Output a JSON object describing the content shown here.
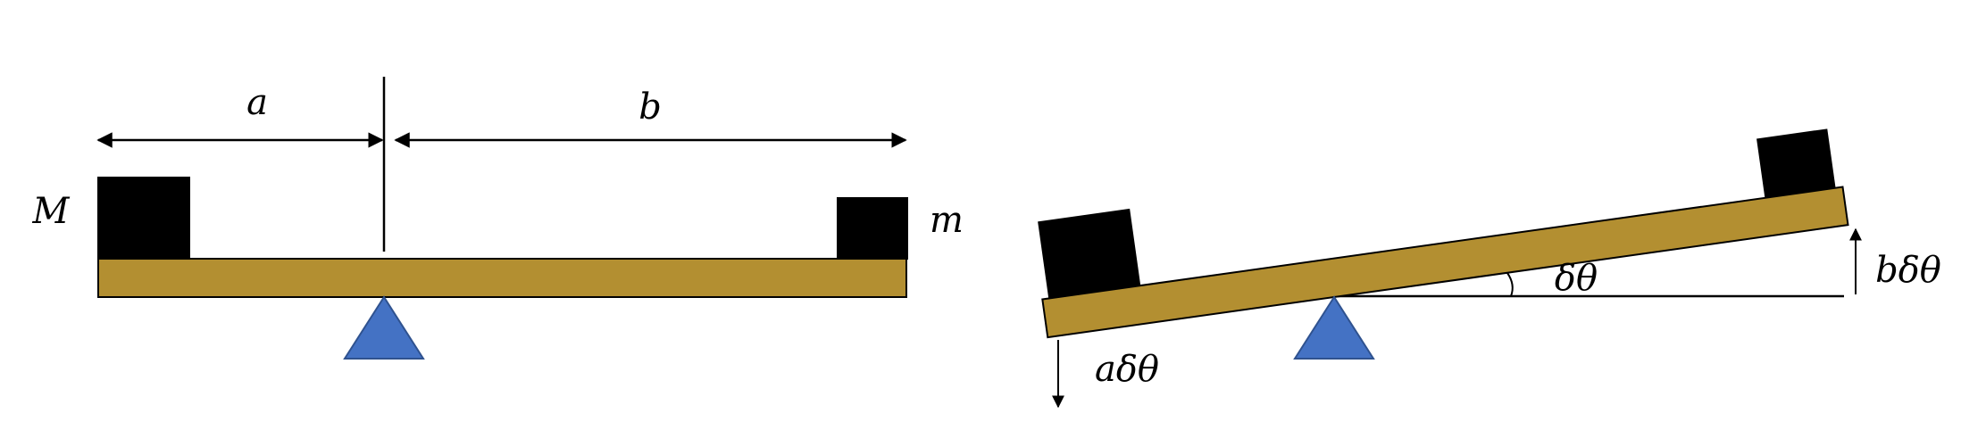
{
  "left_diagram": {
    "mass_large_label": "M",
    "mass_small_label": "m",
    "arm_a_label": "a",
    "arm_b_label": "b"
  },
  "right_diagram": {
    "angle_label": "δθ",
    "down_displacement_label": "aδθ",
    "up_displacement_label": "bδθ"
  },
  "colors": {
    "beam": "#B38F31",
    "fulcrum": "#4472C4",
    "mass": "#000000",
    "line": "#000000"
  }
}
